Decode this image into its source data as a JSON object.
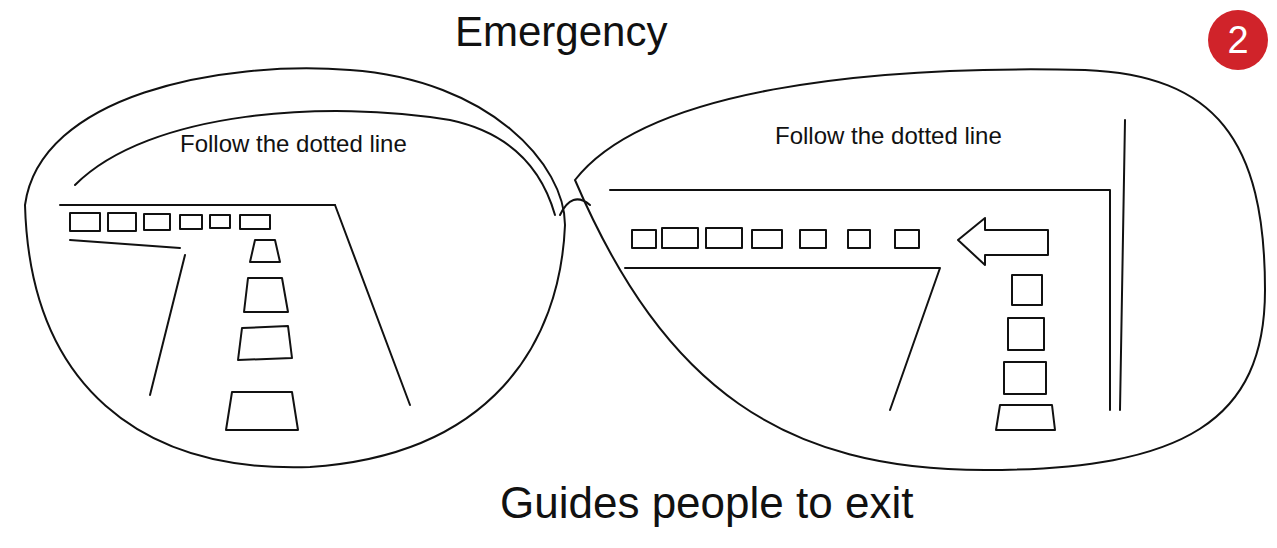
{
  "diagram": {
    "title": "Emergency",
    "caption": "Guides people to exit",
    "nodes": [
      {
        "text": [
          "Follow the dotted line"
        ]
      },
      {
        "text": [
          "Follow the dotted line"
        ]
      }
    ],
    "labels": [
      "2"
    ]
  }
}
